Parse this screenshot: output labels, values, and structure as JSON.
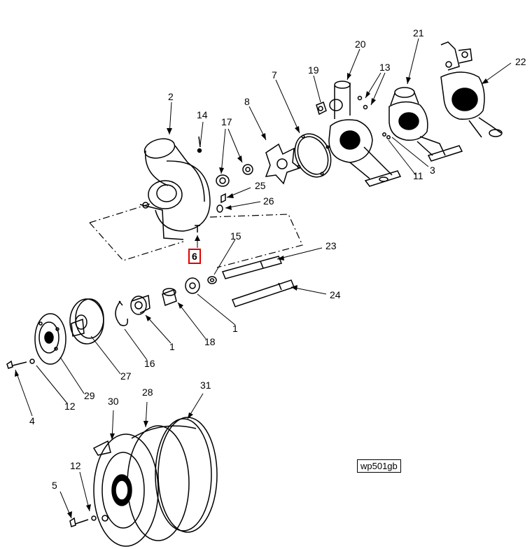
{
  "diagram": {
    "reference_code": "wp501gb",
    "highlighted_callout": "6",
    "highlight_color": "#e00000",
    "callouts": {
      "c2": "2",
      "c14": "14",
      "c17": "17",
      "c8": "8",
      "c7": "7",
      "c19": "19",
      "c20": "20",
      "c13": "13",
      "c21": "21",
      "c22": "22",
      "c25": "25",
      "c26": "26",
      "c11": "11",
      "c3": "3",
      "c6": "6",
      "c15": "15",
      "c23": "23",
      "c24": "24",
      "c1a": "1",
      "c1b": "1",
      "c18": "18",
      "c16": "16",
      "c27": "27",
      "c29": "29",
      "c12a": "12",
      "c4": "4",
      "c30": "30",
      "c28": "28",
      "c31": "31",
      "c12b": "12",
      "c5": "5"
    }
  }
}
